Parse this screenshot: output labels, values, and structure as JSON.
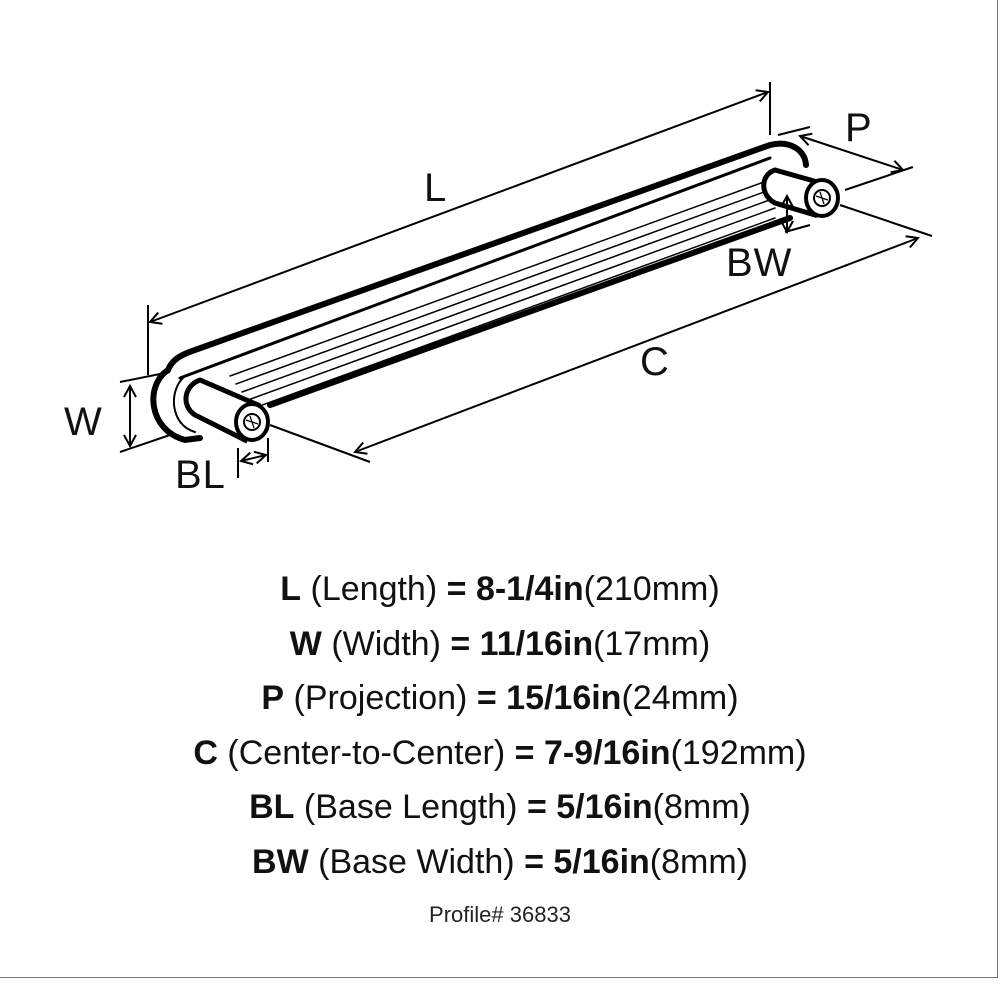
{
  "diagram": {
    "type": "dimension-drawing",
    "subject": "cabinet bar pull with fluted/ribbed bar and cylindrical posts",
    "dimension_labels": {
      "L": "L",
      "P": "P",
      "BW": "BW",
      "C": "C",
      "W": "W",
      "BL": "BL"
    },
    "colors": {
      "line": "#000000",
      "background": "#ffffff",
      "frame": "#777777"
    }
  },
  "specs": [
    {
      "code": "L",
      "name": "(Length)",
      "eq": "=",
      "imperial": "8-1/4in",
      "metric": "(210mm)"
    },
    {
      "code": "W",
      "name": "(Width)",
      "eq": "=",
      "imperial": "11/16in",
      "metric": "(17mm)"
    },
    {
      "code": "P",
      "name": "(Projection)",
      "eq": "=",
      "imperial": "15/16in",
      "metric": "(24mm)"
    },
    {
      "code": "C",
      "name": "(Center-to-Center)",
      "eq": "=",
      "imperial": "7-9/16in",
      "metric": "(192mm)"
    },
    {
      "code": "BL",
      "name": "(Base Length)",
      "eq": "=",
      "imperial": "5/16in",
      "metric": "(8mm)"
    },
    {
      "code": "BW",
      "name": "(Base Width)",
      "eq": "=",
      "imperial": "5/16in",
      "metric": "(8mm)"
    }
  ],
  "footer": {
    "profile": "Profile# 36833"
  }
}
